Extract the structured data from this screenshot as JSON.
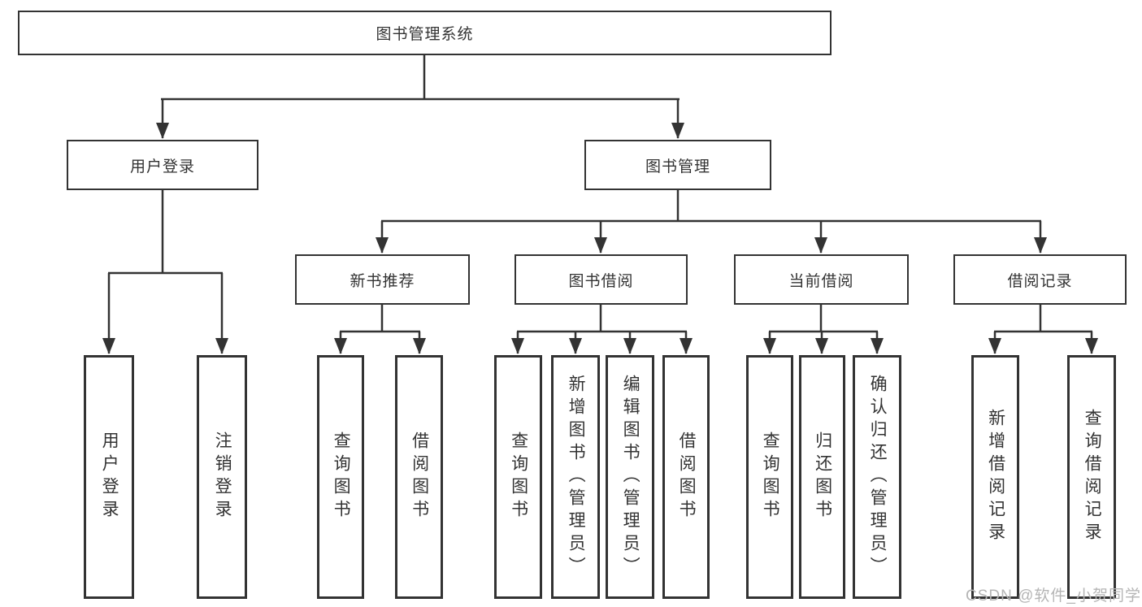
{
  "diagram": {
    "root": "图书管理系统",
    "user_login_branch": {
      "label": "用户登录",
      "children": [
        "用户登录",
        "注销登录"
      ]
    },
    "book_mgmt_branch": {
      "label": "图书管理",
      "sections": [
        {
          "label": "新书推荐",
          "children": [
            "查询图书",
            "借阅图书"
          ]
        },
        {
          "label": "图书借阅",
          "children": [
            "查询图书",
            "新增图书（管理员）",
            "编辑图书（管理员）",
            "借阅图书"
          ]
        },
        {
          "label": "当前借阅",
          "children": [
            "查询图书",
            "归还图书",
            "确认归还（管理员）"
          ]
        },
        {
          "label": "借阅记录",
          "children": [
            "新增借阅记录",
            "查询借阅记录"
          ]
        }
      ]
    },
    "watermark": "CSDN @软件_小贺同学",
    "colors": {
      "line": "#333333",
      "text": "#333333",
      "watermark": "#b5b5b5",
      "background": "#ffffff"
    }
  }
}
